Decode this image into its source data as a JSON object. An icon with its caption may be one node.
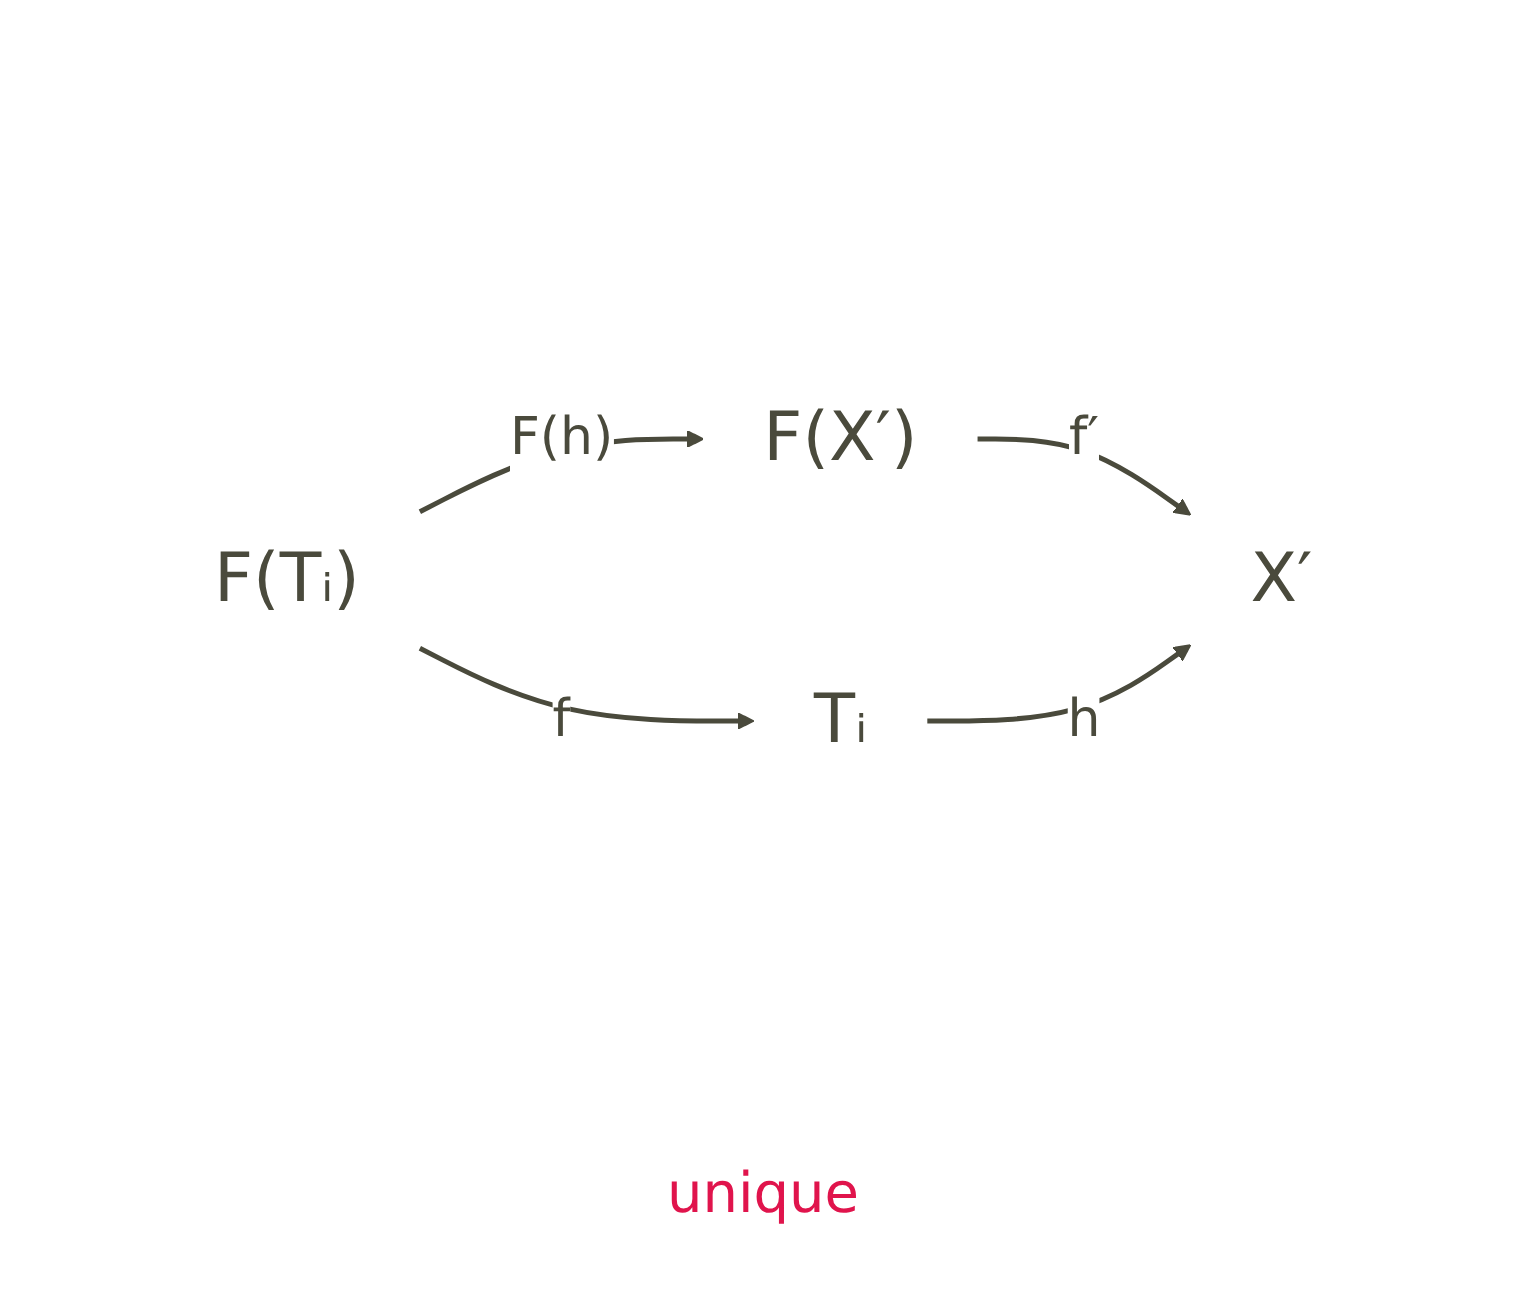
{
  "diagram": {
    "nodes": [
      {
        "text": [
          "F(Tᵢ)"
        ]
      },
      {
        "text": [
          "F(X′)"
        ]
      },
      {
        "text": [
          "Tᵢ"
        ]
      },
      {
        "text": [
          "X′"
        ]
      }
    ],
    "edges": [
      {
        "from": 0,
        "to": 1,
        "arrow": "to",
        "label": "F(h)"
      },
      {
        "from": 0,
        "to": 2,
        "arrow": "to",
        "label": "f"
      },
      {
        "from": 1,
        "to": 3,
        "arrow": "to",
        "label": "f′"
      },
      {
        "from": 2,
        "to": 3,
        "arrow": "to",
        "label": "h"
      }
    ],
    "labels": [
      "unique"
    ]
  }
}
